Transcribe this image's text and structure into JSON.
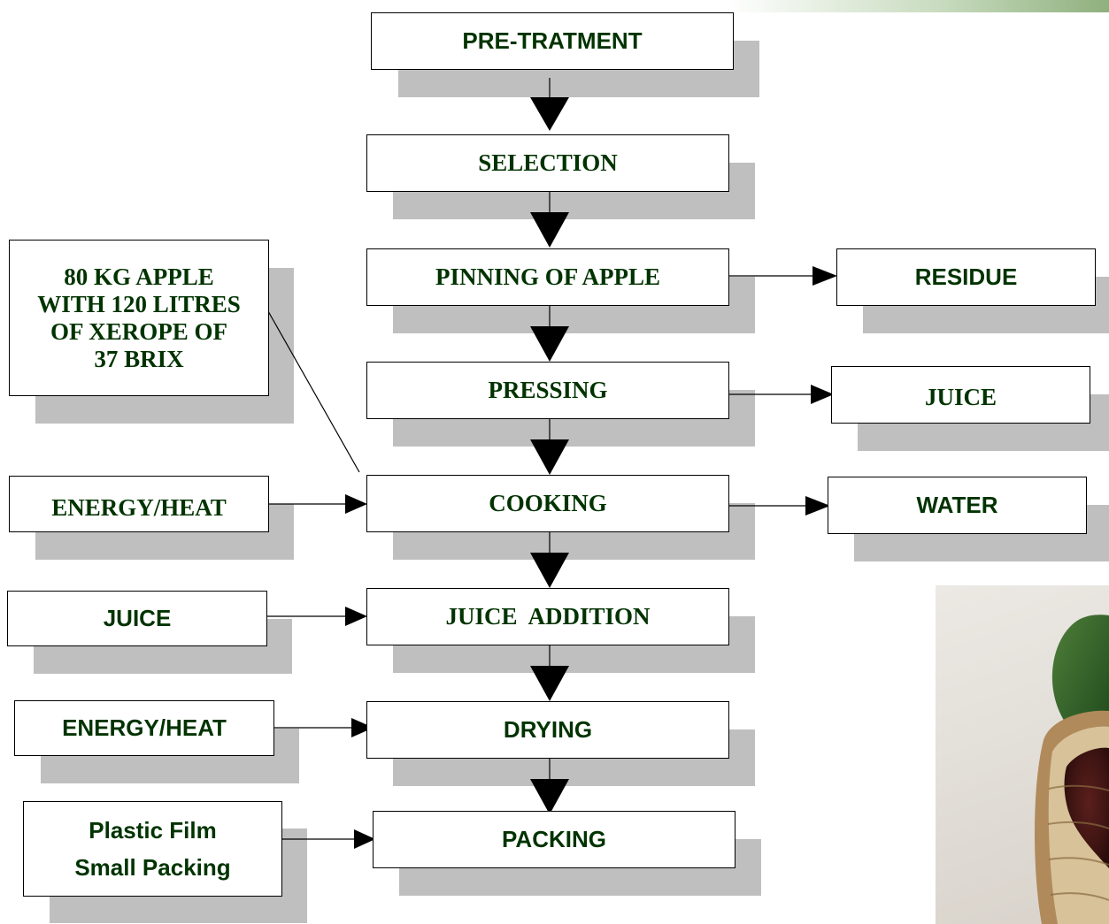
{
  "colors": {
    "text": "#003300",
    "shadow": "#bfbfbf",
    "border": "#000000"
  },
  "steps": {
    "pretreatment": "PRE-TRATMENT",
    "selection": "SELECTION",
    "pinning": "PINNING OF APPLE",
    "pressing": "PRESSING",
    "cooking": "COOKING",
    "juice_addition": "JUICE  ADDITION",
    "drying": "DRYING",
    "packing": "PACKING"
  },
  "inputs": {
    "apple_mix": [
      "80 KG APPLE",
      "WITH 120 LITRES",
      "OF XEROPE OF",
      "37 BRIX"
    ],
    "energy_cooking": "ENERGY/HEAT",
    "juice": "JUICE",
    "energy_drying": "ENERGY/HEAT",
    "packing_material": [
      "Plastic Film",
      "Small Packing"
    ]
  },
  "outputs": {
    "residue": "RESIDUE",
    "juice": "JUICE",
    "water": "WATER"
  },
  "photo": {
    "subject": "apple sweet in woven basket"
  }
}
